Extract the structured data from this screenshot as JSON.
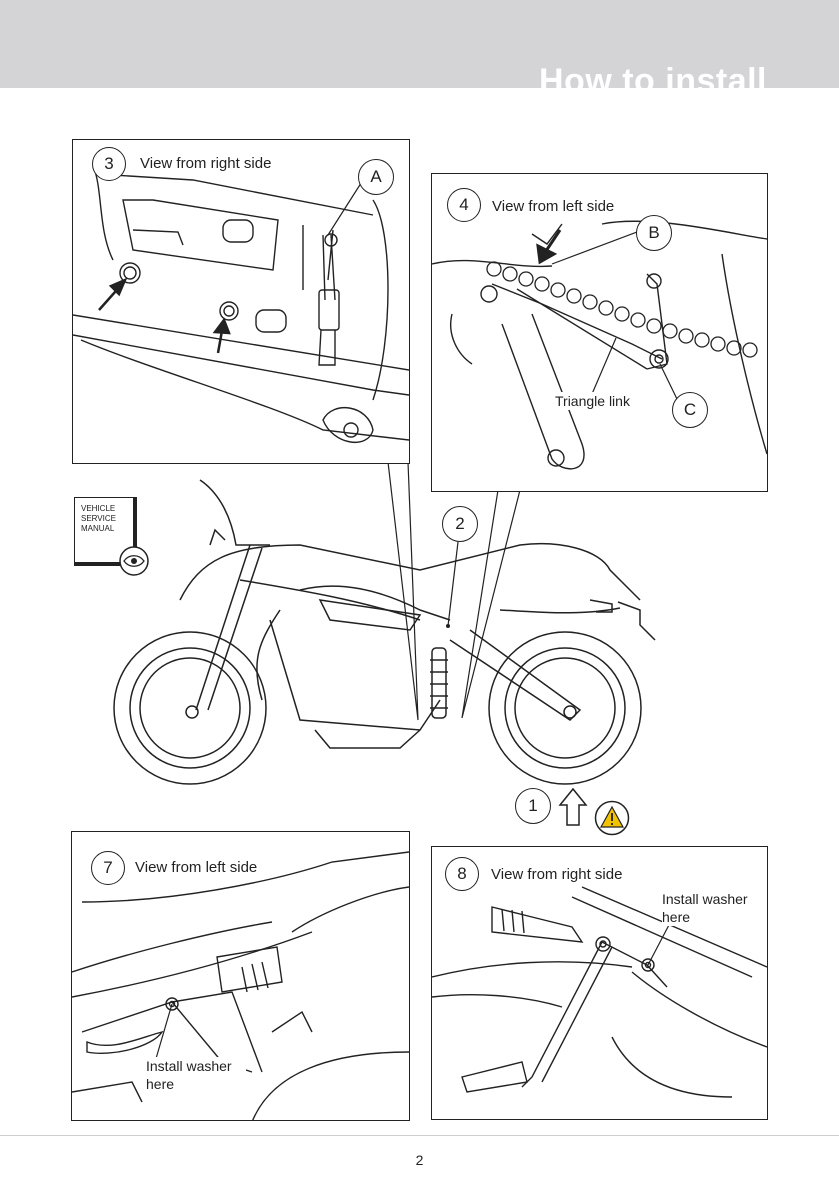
{
  "header": {
    "title": "How to install"
  },
  "panels": {
    "step3": {
      "number": "3",
      "caption": "View from right side",
      "callout_a": "A"
    },
    "step4": {
      "number": "4",
      "caption": "View from left side",
      "callout_b": "B",
      "callout_c": "C",
      "link_label": "Triangle link"
    },
    "step7": {
      "number": "7",
      "caption": "View from left side",
      "note": "Install washer here"
    },
    "step8": {
      "number": "8",
      "caption": "View from right side",
      "note": "Install washer here"
    }
  },
  "overview": {
    "manual_label": "VEHICLE SERVICE MANUAL",
    "manual_icon": "eye-icon",
    "callout_2": "2",
    "callout_1": "1",
    "arrow_icon": "up-arrow-icon",
    "warning_icon": "warning-icon",
    "warning_color": "#f2c200"
  },
  "footer": {
    "page_number": "2"
  }
}
